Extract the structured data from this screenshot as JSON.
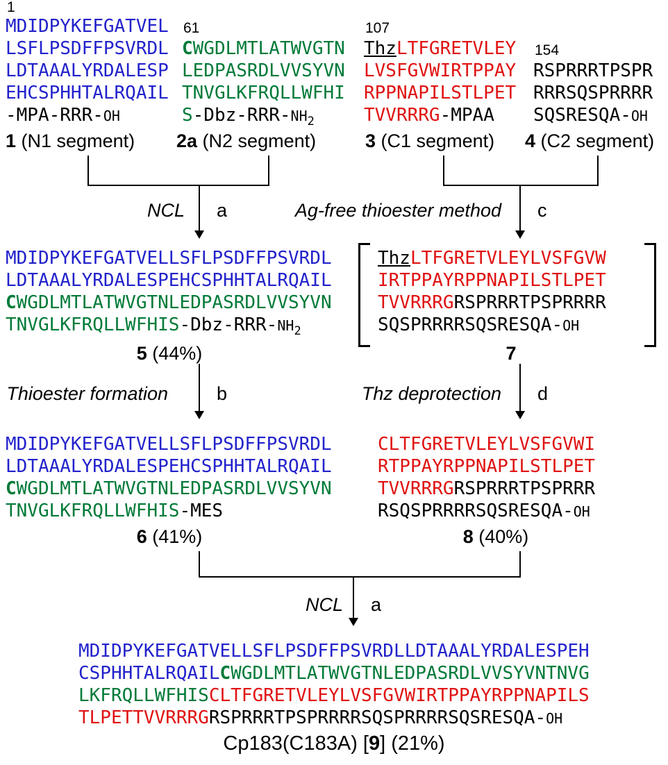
{
  "colors": {
    "blue": "#2222cc",
    "green": "#007a38",
    "red": "#e01212",
    "black": "#000000"
  },
  "top": {
    "segments": [
      {
        "number": "1",
        "label": [
          {
            "t": "1",
            "b": 1
          },
          {
            "t": " (N1 segment)"
          }
        ],
        "lines": [
          [
            {
              "t": "MDIDPYKEFGATVEL",
              "c": "blue"
            }
          ],
          [
            {
              "t": "LSFLPSDFFPSVRDL",
              "c": "blue"
            }
          ],
          [
            {
              "t": "LDTAAALYRDALESP",
              "c": "blue"
            }
          ],
          [
            {
              "t": "EHCSPHHTALRQAIL",
              "c": "blue"
            }
          ],
          [
            {
              "t": "-MPA-RRR-"
            },
            {
              "t": "OH",
              "sm": 1
            }
          ]
        ]
      },
      {
        "number": "61",
        "label": [
          {
            "t": "2a",
            "b": 1
          },
          {
            "t": " (N2 segment)"
          }
        ],
        "lines": [
          [
            {
              "t": "C",
              "c": "green",
              "b": 1
            },
            {
              "t": "WGDLMTLATWVGTN",
              "c": "green"
            }
          ],
          [
            {
              "t": "LEDPASRDLVVSYVN",
              "c": "green"
            }
          ],
          [
            {
              "t": "TNVGLKFRQLLWFHI",
              "c": "green"
            }
          ],
          [
            {
              "t": "S",
              "c": "green"
            },
            {
              "t": "-Dbz-RRR-"
            },
            {
              "t": "NH",
              "sm": 1
            },
            {
              "t": "2",
              "sub": 1
            }
          ]
        ]
      },
      {
        "number": "107",
        "label": [
          {
            "t": "3",
            "b": 1
          },
          {
            "t": " (C1 segment)"
          }
        ],
        "lines": [
          [
            {
              "t": "Thz",
              "u": 1
            },
            {
              "t": "LTFGRETVLEY",
              "c": "red"
            }
          ],
          [
            {
              "t": "LVSFGVWIRTPPAY",
              "c": "red"
            }
          ],
          [
            {
              "t": "RPPNAPILSTLPET",
              "c": "red"
            }
          ],
          [
            {
              "t": "TVVRRRG",
              "c": "red"
            },
            {
              "t": "-MPAA"
            }
          ]
        ]
      },
      {
        "number": "154",
        "label": [
          {
            "t": "4",
            "b": 1
          },
          {
            "t": " (C2 segment)"
          }
        ],
        "lines": [
          [
            {
              "t": "RSPRRRTPSPR"
            }
          ],
          [
            {
              "t": "RRRSQSPRRRR"
            }
          ],
          [
            {
              "t": "SQSRESQA-"
            },
            {
              "t": "OH",
              "sm": 1
            }
          ]
        ]
      }
    ]
  },
  "reactions": {
    "ncl_top": {
      "label": "NCL",
      "letter": "a"
    },
    "agfree": {
      "label": "Ag-free thioester method",
      "letter": "c"
    },
    "thioester": {
      "label": "Thioester formation",
      "letter": "b"
    },
    "thz": {
      "label": "Thz deprotection",
      "letter": "d"
    },
    "ncl_bottom": {
      "label": "NCL",
      "letter": "a"
    }
  },
  "products": {
    "p5": {
      "label": [
        {
          "t": "5",
          "b": 1
        },
        {
          "t": " (44%)"
        }
      ],
      "lines": [
        [
          {
            "t": "MDIDPYKEFGATVELLSFLPSDFFPSVRDL",
            "c": "blue"
          }
        ],
        [
          {
            "t": "LDTAAALYRDALESPEHCSPHHTALRQAIL",
            "c": "blue"
          }
        ],
        [
          {
            "t": "C",
            "c": "green",
            "b": 1
          },
          {
            "t": "WGDLMTLATWVGTNLEDPASRDLVVSYVN",
            "c": "green"
          }
        ],
        [
          {
            "t": "TNVGLKFRQLLWFHIS",
            "c": "green"
          },
          {
            "t": "-Dbz-RRR-"
          },
          {
            "t": "NH",
            "sm": 1
          },
          {
            "t": "2",
            "sub": 1
          }
        ]
      ]
    },
    "p7": {
      "label": [
        {
          "t": "7",
          "b": 1
        }
      ],
      "lines": [
        [
          {
            "t": "Thz",
            "u": 1
          },
          {
            "t": "LTFGRETVLEYLVSFGVW",
            "c": "red"
          }
        ],
        [
          {
            "t": "IRTPPAYRPPNAPILSTLPET",
            "c": "red"
          }
        ],
        [
          {
            "t": "TVVRRRG",
            "c": "red"
          },
          {
            "t": "RSPRRRTPSPRRRR"
          }
        ],
        [
          {
            "t": "SQSPRRRRSQSRESQA-"
          },
          {
            "t": "OH",
            "sm": 1
          }
        ]
      ]
    },
    "p6": {
      "label": [
        {
          "t": "6",
          "b": 1
        },
        {
          "t": " (41%)"
        }
      ],
      "lines": [
        [
          {
            "t": "MDIDPYKEFGATVELLSFLPSDFFPSVRDL",
            "c": "blue"
          }
        ],
        [
          {
            "t": "LDTAAALYRDALESPEHCSPHHTALRQAIL",
            "c": "blue"
          }
        ],
        [
          {
            "t": "C",
            "c": "green",
            "b": 1
          },
          {
            "t": "WGDLMTLATWVGTNLEDPASRDLVVSYVN",
            "c": "green"
          }
        ],
        [
          {
            "t": "TNVGLKFRQLLWFHIS",
            "c": "green"
          },
          {
            "t": "-MES"
          }
        ]
      ]
    },
    "p8": {
      "label": [
        {
          "t": "8",
          "b": 1
        },
        {
          "t": " (40%)"
        }
      ],
      "lines": [
        [
          {
            "t": "CLTFGRETVLEYLVSFGVWI",
            "c": "red"
          }
        ],
        [
          {
            "t": "RTPPAYRPPNAPILSTLPET",
            "c": "red"
          }
        ],
        [
          {
            "t": "TVVRRRG",
            "c": "red"
          },
          {
            "t": "RSPRRRTPSPRRR"
          }
        ],
        [
          {
            "t": "RSQSPRRRRSQSRESQA-"
          },
          {
            "t": "OH",
            "sm": 1
          }
        ]
      ]
    },
    "p9": {
      "label": [
        {
          "t": "Cp183(C183A) ["
        },
        {
          "t": "9",
          "b": 1
        },
        {
          "t": "] (21%)"
        }
      ],
      "lines": [
        [
          {
            "t": "MDIDPYKEFGATVELLSFLPSDFFPSVRDLLDTAAALYRDALESPEH",
            "c": "blue"
          }
        ],
        [
          {
            "t": "CSPHHTALRQAIL",
            "c": "blue"
          },
          {
            "t": "C",
            "c": "green",
            "b": 1
          },
          {
            "t": "WGDLMTLATWVGTNLEDPASRDLVVSYVNTNVG",
            "c": "green"
          }
        ],
        [
          {
            "t": "LKFRQLLWFHIS",
            "c": "green"
          },
          {
            "t": "CLTFGRETVLEYLVSFGVWIRTPPAYRPPNAPILS",
            "c": "red"
          }
        ],
        [
          {
            "t": "TLPETTVVRRRG",
            "c": "red"
          },
          {
            "t": "RSPRRRTPSPRRRRSQSPRRRRSQSRESQA-"
          },
          {
            "t": "OH",
            "sm": 1
          }
        ]
      ]
    }
  }
}
